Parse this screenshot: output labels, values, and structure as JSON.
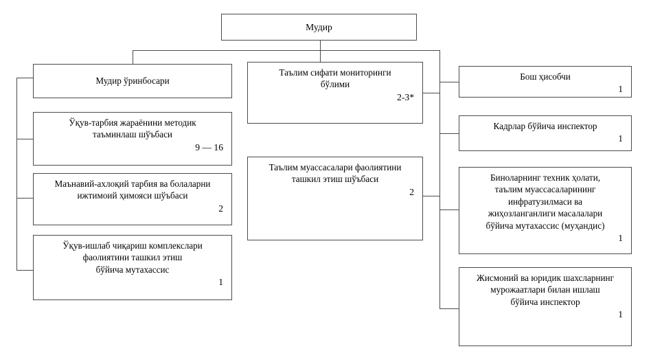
{
  "diagram": {
    "title_node": {
      "id": "root",
      "label": "Мудир"
    },
    "left_branch": [
      {
        "id": "deputy-director",
        "label": "Мудир ўринбосари",
        "count": ""
      },
      {
        "id": "methodical-support-dept",
        "label": "Ўқув-тарбия жараёнини методик\nтаъминлаш шўъбаси",
        "count": "9 — 16"
      },
      {
        "id": "moral-education-dept",
        "label": "Маънавий-ахлоқий тарбия ва болаларни\nижтимоий ҳимояси шўъбаси",
        "count": "2"
      },
      {
        "id": "production-complex-specialist",
        "label": "Ўқув-ишлаб чиқариш комплекслари\nфаолиятини ташкил этиш\nбўйича мутахассис",
        "count": "1"
      }
    ],
    "center_branch": [
      {
        "id": "education-quality-monitoring-dept",
        "label": "Таълим сифати мониторинги\nбўлими",
        "count": "2-3*"
      },
      {
        "id": "institutions-activity-dept",
        "label": "Таълим муассасалари фаолиятини\nташкил этиш шўъбаси",
        "count": "2"
      }
    ],
    "right_branch": [
      {
        "id": "chief-accountant",
        "label": "Бош ҳисобчи",
        "count": "1"
      },
      {
        "id": "hr-inspector",
        "label": "Кадрлар бўйича инспектор",
        "count": "1"
      },
      {
        "id": "buildings-infrastructure-specialist",
        "label": "Биноларнинг техник ҳолати,\nтаълим муассасаларининг\nинфратузилмаси ва\nжиҳозланганлиги масалалари\nбўйича мутахассис (муҳандис)",
        "count": "1"
      },
      {
        "id": "citizens-appeals-inspector",
        "label": "Жисмоний ва юридик шахсларнинг\nмурожаатлари билан ишлаш\nбўйича инспектор",
        "count": "1"
      }
    ],
    "colors": {
      "border": "#4a4a4a",
      "background": "#ffffff",
      "text": "#000000"
    }
  }
}
